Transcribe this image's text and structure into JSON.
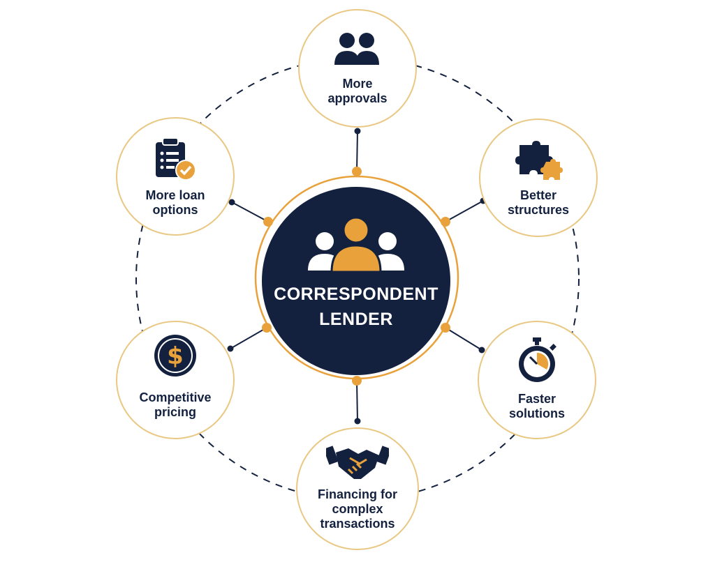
{
  "colors": {
    "navy": "#13213f",
    "gold": "#e9a23b",
    "ring": "#e9c884",
    "white": "#ffffff"
  },
  "center": {
    "label": "CORRESPONDENT\nLENDER",
    "icon": "team-group-icon"
  },
  "nodes": [
    {
      "label": "More\napprovals",
      "icon": "two-people-icon"
    },
    {
      "label": "Better\nstructures",
      "icon": "puzzle-pieces-icon"
    },
    {
      "label": "Faster\nsolutions",
      "icon": "stopwatch-icon"
    },
    {
      "label": "Financing for\ncomplex\ntransactions",
      "icon": "handshake-icon"
    },
    {
      "label": "Competitive\npricing",
      "icon": "dollar-coin-icon"
    },
    {
      "label": "More loan\noptions",
      "icon": "clipboard-check-icon"
    }
  ]
}
